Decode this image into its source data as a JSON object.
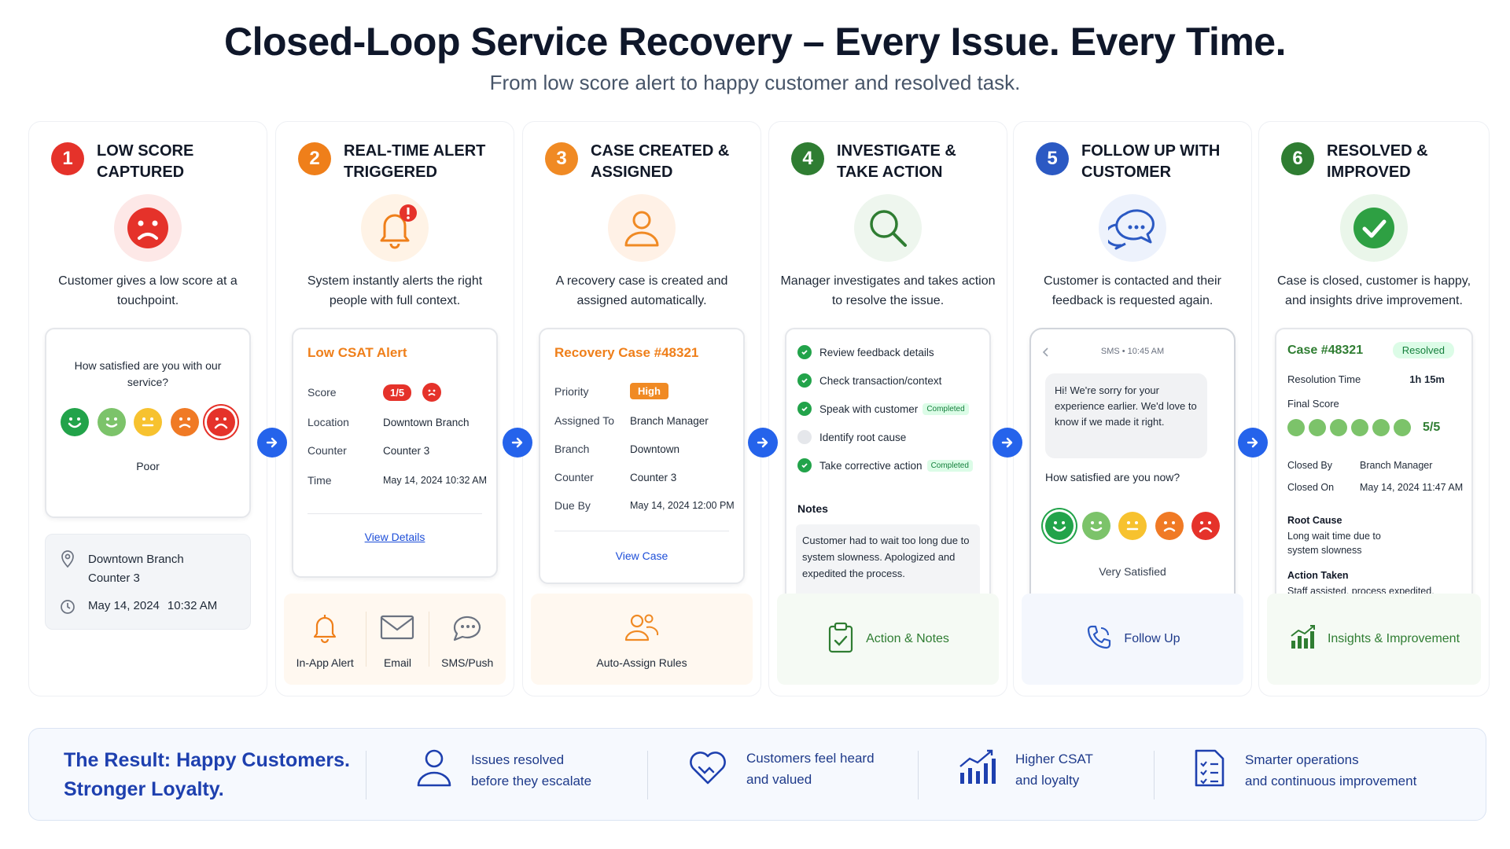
{
  "header": {
    "title": "Closed-Loop Service Recovery – Every Issue. Every Time.",
    "subtitle": "From low score alert to happy customer and resolved task."
  },
  "colors": {
    "step1": "#e5322a",
    "step2": "#ef7f1a",
    "step3": "#f08a24",
    "step4": "#2f7d32",
    "step5": "#2b59c3",
    "step6": "#2f7d32",
    "arrow": "#2563eb",
    "result_text": "#1e40af"
  },
  "steps": [
    {
      "number": "1",
      "title": "Low Score Captured",
      "icon": "sad-face-icon",
      "description": "Customer gives a low score at a touchpoint.",
      "card": {
        "question": "How satisfied are you with our service?",
        "rating_faces": [
          "very-happy-face-icon",
          "happy-face-icon",
          "neutral-face-icon",
          "unhappy-face-icon",
          "very-sad-face-icon"
        ],
        "selected_label": "Poor"
      },
      "location": {
        "branch": "Downtown Branch",
        "counter": "Counter 3",
        "date": "May 14, 2024",
        "time": "10:32 AM"
      }
    },
    {
      "number": "2",
      "title": "Real-Time Alert Triggered",
      "icon": "bell-alert-icon",
      "description": "System instantly alerts the right people with full context.",
      "card": {
        "title": "Low CSAT Alert",
        "rows": [
          {
            "label": "Score",
            "value": "1/5"
          },
          {
            "label": "Location",
            "value": "Downtown Branch"
          },
          {
            "label": "Counter",
            "value": "Counter 3"
          },
          {
            "label": "Time",
            "value": "May 14, 2024 10:32 AM"
          }
        ],
        "link": "View Details"
      },
      "channels": [
        {
          "label": "In-App Alert",
          "icon": "bell-icon"
        },
        {
          "label": "Email",
          "icon": "envelope-icon"
        },
        {
          "label": "SMS/Push",
          "icon": "chat-bubble-icon"
        }
      ]
    },
    {
      "number": "3",
      "title": "Case Created & Assigned",
      "icon": "user-icon",
      "description": "A recovery case is created and assigned automatically.",
      "card": {
        "title": "Recovery Case #48321",
        "rows": [
          {
            "label": "Priority",
            "value": "High"
          },
          {
            "label": "Assigned To",
            "value": "Branch Manager"
          },
          {
            "label": "Branch",
            "value": "Downtown"
          },
          {
            "label": "Counter",
            "value": "Counter 3"
          },
          {
            "label": "Due By",
            "value": "May 14, 2024 12:00 PM"
          }
        ],
        "link": "View Case"
      },
      "panel_label": "Auto-Assign Rules"
    },
    {
      "number": "4",
      "title": "Investigate & Take Action",
      "icon": "magnifier-icon",
      "description": "Manager investigates and takes action to resolve the issue.",
      "checklist": [
        {
          "label": "Review feedback details",
          "done": true,
          "badge": ""
        },
        {
          "label": "Check transaction/context",
          "done": true,
          "badge": ""
        },
        {
          "label": "Speak with customer",
          "done": true,
          "badge": "Completed"
        },
        {
          "label": "Identify root cause",
          "done": false,
          "badge": ""
        },
        {
          "label": "Take corrective action",
          "done": true,
          "badge": "Completed"
        }
      ],
      "notes_title": "Notes",
      "notes": "Customer had to wait too long due to system slowness. Apologized and expedited the process.",
      "panel_label": "Action & Notes"
    },
    {
      "number": "5",
      "title": "Follow Up With Customer",
      "icon": "chat-icon",
      "description": "Customer is contacted and their feedback is requested again.",
      "phone": {
        "header": "SMS • 10:45 AM",
        "message": "Hi! We're sorry for your experience earlier. We'd love to know if we made it right.",
        "question": "How satisfied are you now?",
        "selected_label": "Very Satisfied"
      },
      "panel_label": "Follow Up"
    },
    {
      "number": "6",
      "title": "Resolved & Improved",
      "icon": "check-circle-icon",
      "description": "Case is closed, customer is happy, and insights drive improvement.",
      "card": {
        "title": "Case #48321",
        "status": "Resolved",
        "resolution_label": "Resolution Time",
        "resolution_value": "1h 15m",
        "final_score_label": "Final Score",
        "final_score_value": "5/5",
        "closed_by_label": "Closed By",
        "closed_by_value": "Branch Manager",
        "closed_on_label": "Closed On",
        "closed_on_value": "May 14, 2024 11:47 AM",
        "root_cause_label": "Root Cause",
        "root_cause_value": "Long wait time due to system slowness",
        "action_label": "Action Taken",
        "action_value": "Staff assisted, process expedited, system monitored."
      },
      "panel_label": "Insights & Improvement"
    }
  ],
  "result": {
    "title_line1": "The Result: Happy Customers.",
    "title_line2": "Stronger Loyalty.",
    "items": [
      {
        "line1": "Issues resolved",
        "line2": "before they escalate",
        "icon": "person-icon"
      },
      {
        "line1": "Customers feel heard",
        "line2": "and valued",
        "icon": "heart-handshake-icon"
      },
      {
        "line1": "Higher CSAT",
        "line2": "and loyalty",
        "icon": "growth-chart-icon"
      },
      {
        "line1": "Smarter operations",
        "line2": "and continuous improvement",
        "icon": "checklist-icon"
      }
    ]
  }
}
